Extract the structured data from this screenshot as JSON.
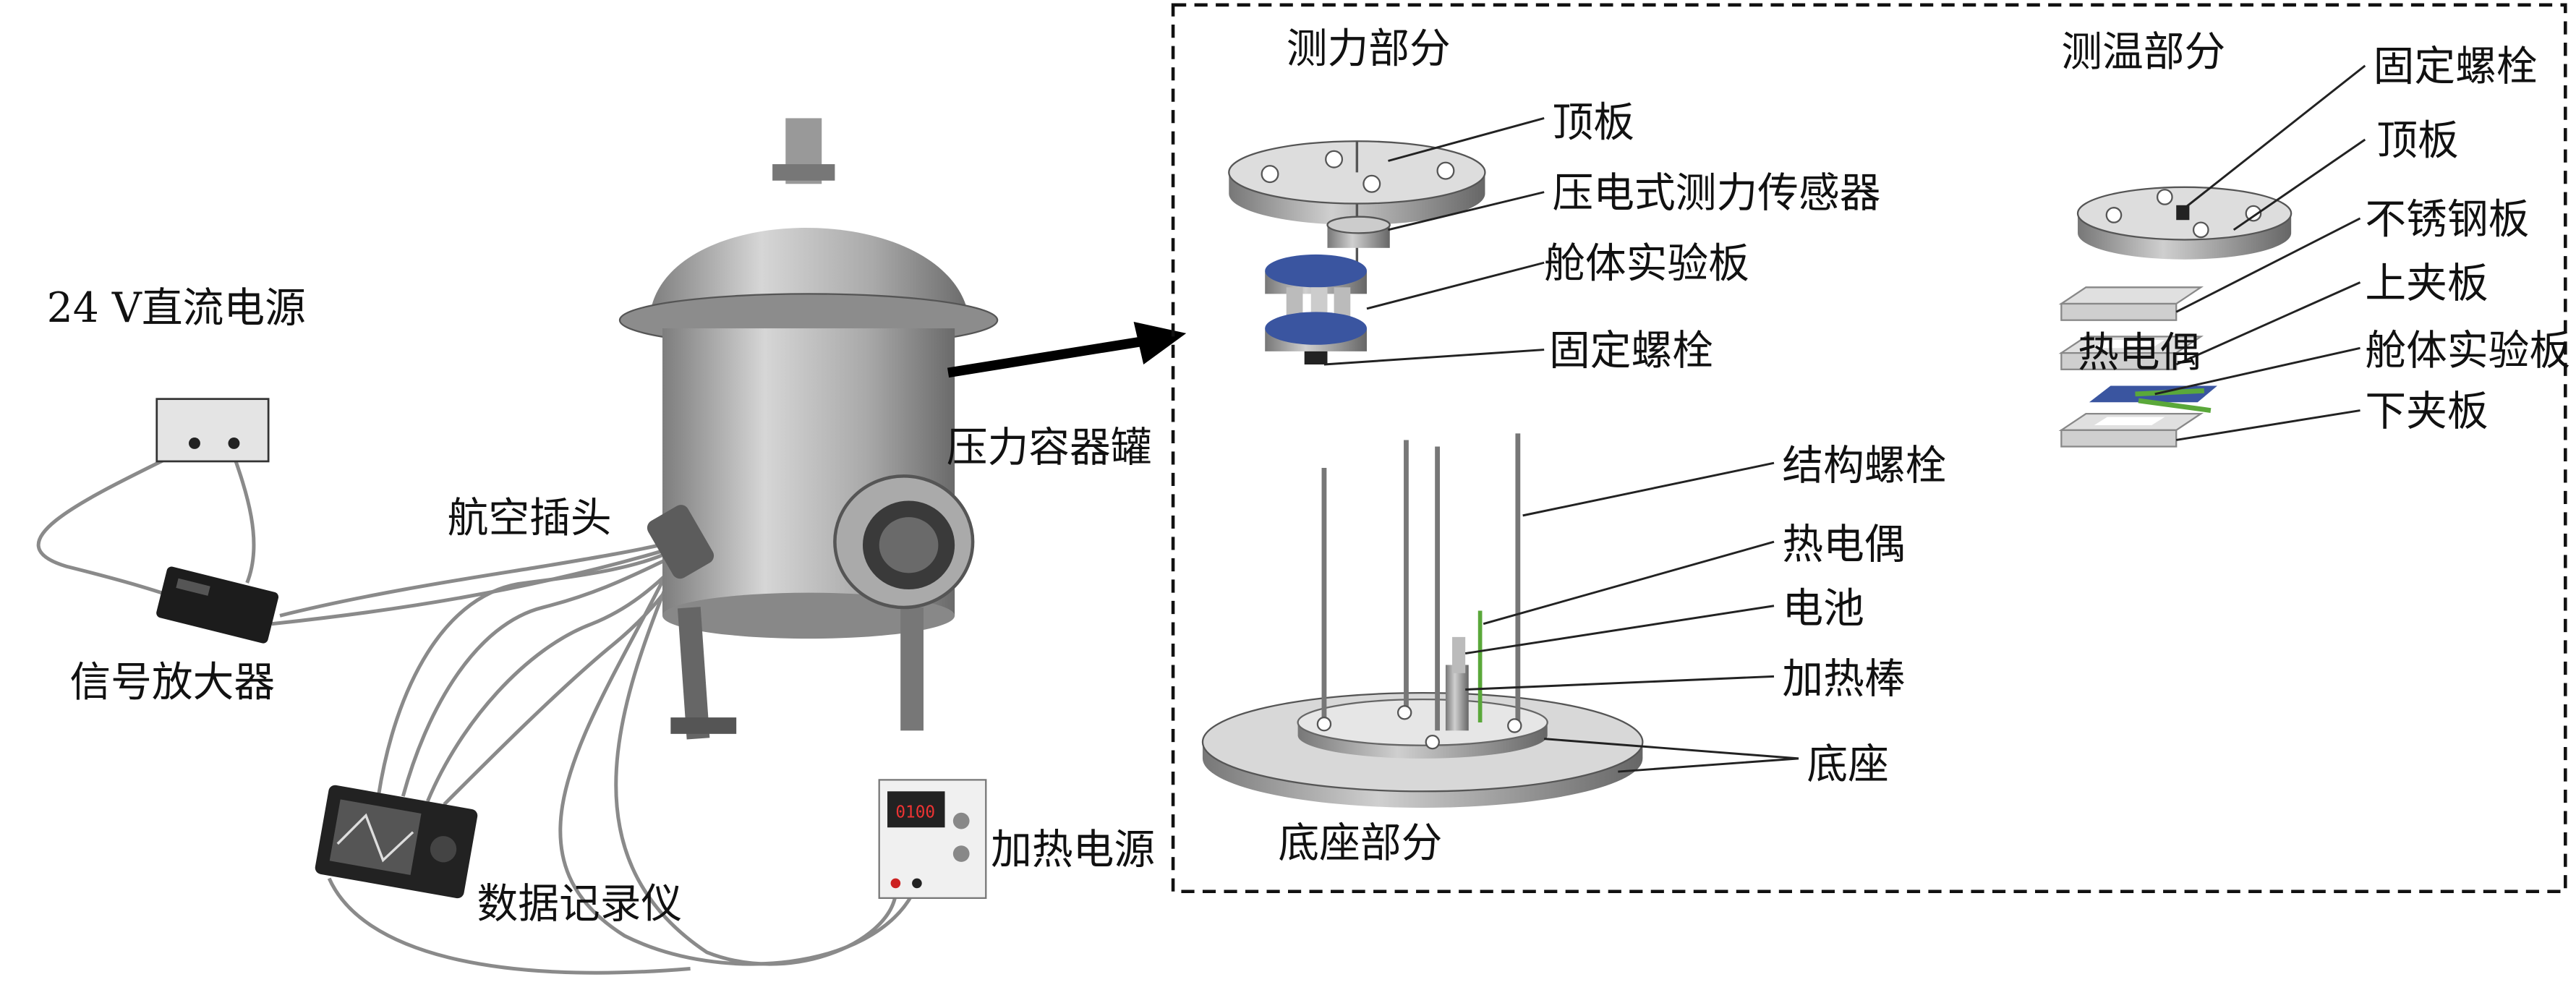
{
  "photo_labels": {
    "dc_power": "24 V直流电源",
    "amplifier": "信号放大器",
    "aviation_plug": "航空插头",
    "pressure_vessel": "压力容器罐",
    "data_logger": "数据记录仪",
    "heating_power": "加热电源"
  },
  "force_section": {
    "title": "测力部分",
    "top_plate": "顶板",
    "sensor": "压电式测力传感器",
    "cabin_plate": "舱体实验板",
    "fixing_bolt": "固定螺栓"
  },
  "temp_section": {
    "title": "测温部分",
    "fixing_bolt": "固定螺栓",
    "top_plate": "顶板",
    "steel_plate": "不锈钢板",
    "upper_clamp": "上夹板",
    "thermocouple": "热电偶",
    "cabin_plate": "舱体实验板",
    "lower_clamp": "下夹板"
  },
  "base_section": {
    "title": "底座部分",
    "structural_bolt": "结构螺栓",
    "thermocouple": "热电偶",
    "battery": "电池",
    "heating_rod": "加热棒",
    "base": "底座"
  },
  "colors": {
    "blue_plate": "#3a55a0",
    "green_wire": "#5aa83a"
  }
}
